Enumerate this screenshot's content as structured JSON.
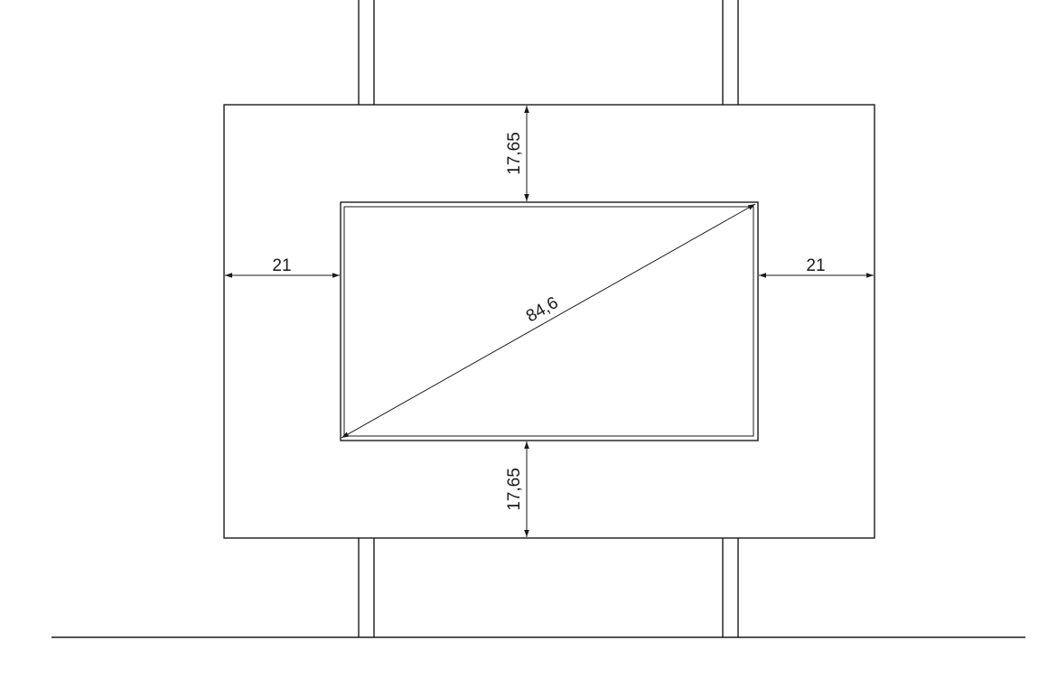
{
  "drawing": {
    "colors": {
      "line": "#1a1a1a",
      "background": "#ffffff"
    },
    "dimensions": {
      "top_gap": "17,65",
      "bottom_gap": "17,65",
      "left_gap": "21",
      "right_gap": "21",
      "diagonal": "84,6"
    }
  }
}
